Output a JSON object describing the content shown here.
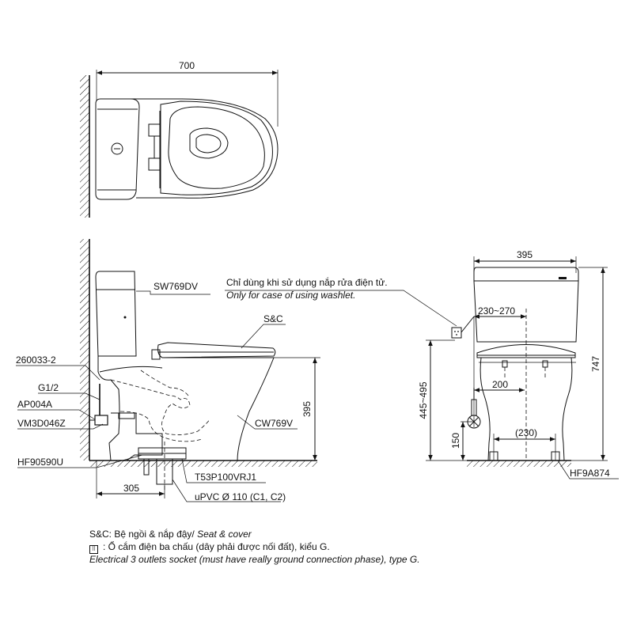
{
  "dimensions": {
    "top_width": "700",
    "right_width": "395",
    "seat_range": "230~270",
    "total_height": "747",
    "outlet_height_range": "445~495",
    "inner_200": "200",
    "inner_150": "150",
    "inner_230": "(230)",
    "side_395": "395",
    "side_305": "305"
  },
  "parts": {
    "tank": "SW769DV",
    "seat": "S&C",
    "bowl": "CW769V",
    "fitting_1": "260033-2",
    "fitting_2": "G1/2",
    "fitting_3": "AP004A",
    "fitting_4": "VM3D046Z",
    "flange": "HF90590U",
    "drain": "T53P100VRJ1",
    "pipe": "uPVC Ø 110 (C1, C2)",
    "floor_right": "HF9A874"
  },
  "note": {
    "vn": "Chỉ dùng khi sử dụng nắp rửa điện tử.",
    "en": "Only for case of using washlet."
  },
  "legend": {
    "sc_vn": "S&C: Bệ ngồi & nắp đậy/ ",
    "sc_en": "Seat & cover",
    "socket_glyph": "⠿",
    "socket_vn": ": Ổ cắm điện ba chấu (dây phải được nối đất), kiểu G.",
    "socket_en": "Electrical 3 outlets socket (must have really ground connection phase), type G."
  }
}
